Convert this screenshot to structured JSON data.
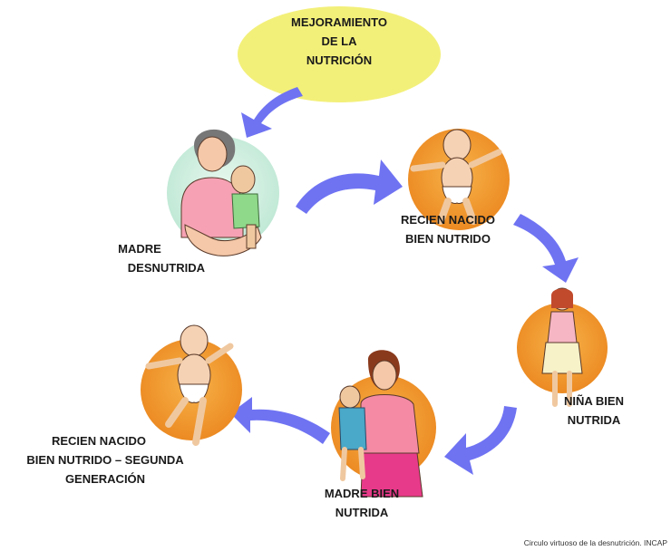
{
  "nodes": {
    "top": {
      "l1": "MEJORAMIENTO",
      "l2": "DE LA",
      "l3": "NUTRICIÓN"
    },
    "madre_desnutrida": {
      "l1": "MADRE",
      "l2": "DESNUTRIDA"
    },
    "recien_nacido": {
      "l1": "RECIEN NACIDO",
      "l2": "BIEN NUTRIDO"
    },
    "nina": {
      "l1": "NIÑA BIEN",
      "l2": "NUTRIDA"
    },
    "madre_bien": {
      "l1": "MADRE BIEN",
      "l2": "NUTRIDA"
    },
    "segunda": {
      "l1": "RECIEN NACIDO",
      "l2": "BIEN NUTRIDO – SEGUNDA",
      "l3": "GENERACIÓN"
    }
  },
  "caption": "Circulo virtuoso de la desnutrición. INCAP",
  "colors": {
    "ellipse": "#f3f07a",
    "orange_circle": "#f29a2e",
    "green_circle": "#cfeee0",
    "arrow": "#6f73f2"
  }
}
